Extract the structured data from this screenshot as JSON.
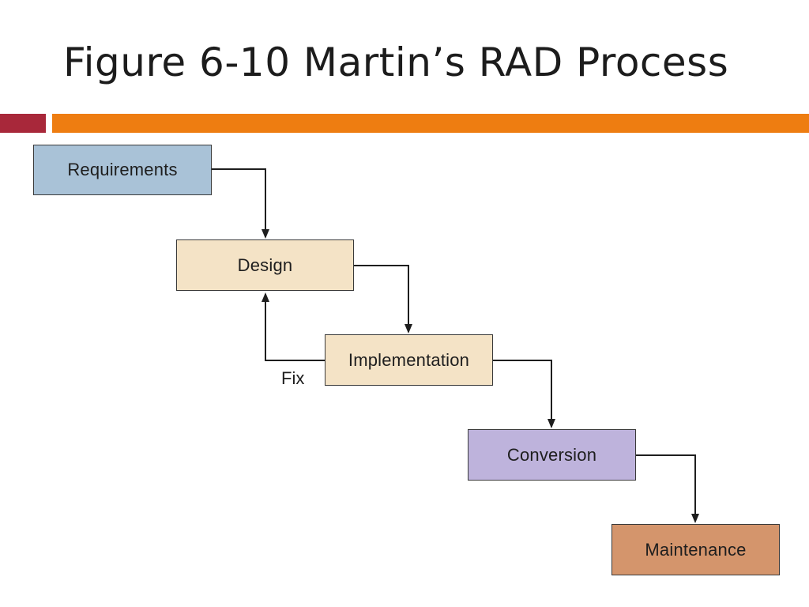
{
  "title": "Figure 6-10 Martin’s RAD Process",
  "colors": {
    "accent_red": "#a8283a",
    "accent_orange": "#ee7d11",
    "requirements": "#a9c2d7",
    "design": "#f4e3c6",
    "implementation": "#f4e3c6",
    "conversion": "#beb3dc",
    "maintenance": "#d4956c"
  },
  "stages": [
    {
      "id": "requirements",
      "label": "Requirements"
    },
    {
      "id": "design",
      "label": "Design"
    },
    {
      "id": "implementation",
      "label": "Implementation"
    },
    {
      "id": "conversion",
      "label": "Conversion"
    },
    {
      "id": "maintenance",
      "label": "Maintenance"
    }
  ],
  "feedback_label": "Fix"
}
